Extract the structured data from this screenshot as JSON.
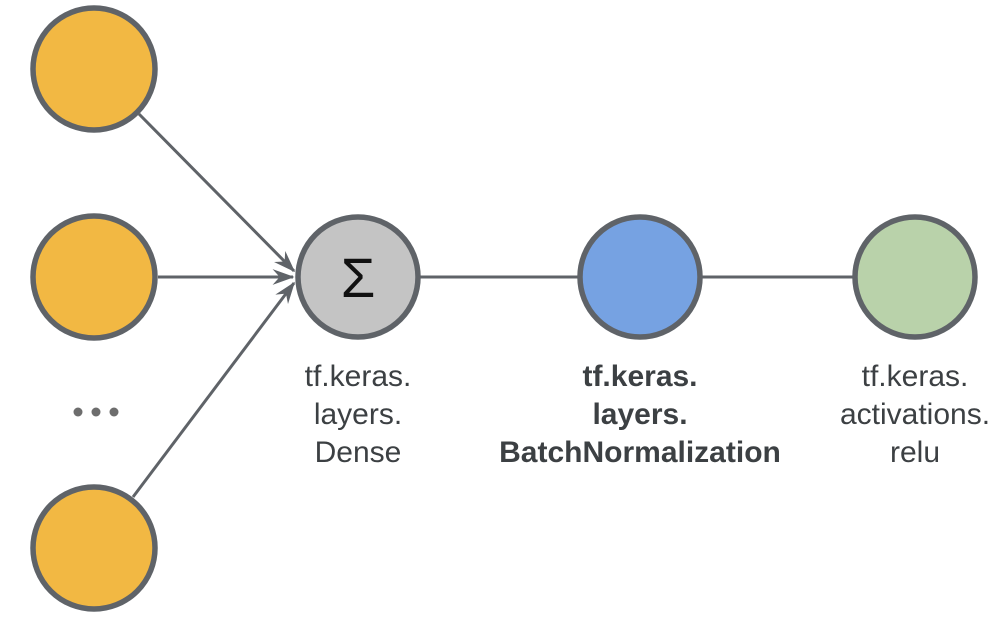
{
  "diagram": {
    "colors": {
      "input_fill": "#F2B843",
      "dense_fill": "#C4C4C4",
      "batchnorm_fill": "#76A2E2",
      "relu_fill": "#B9D2AA",
      "node_border": "#5F6368",
      "edge": "#5F6368",
      "ellipsis": "#6D6D6D",
      "text": "#3C4043",
      "symbol": "#111111"
    },
    "nodes": {
      "dense": {
        "symbol": "Σ",
        "label_lines": [
          "tf.keras.",
          "layers.",
          "Dense"
        ]
      },
      "batchnorm": {
        "label_lines": [
          "tf.keras.",
          "layers.",
          "BatchNormalization"
        ]
      },
      "relu": {
        "label_lines": [
          "tf.keras.",
          "activations.",
          "relu"
        ]
      }
    }
  }
}
